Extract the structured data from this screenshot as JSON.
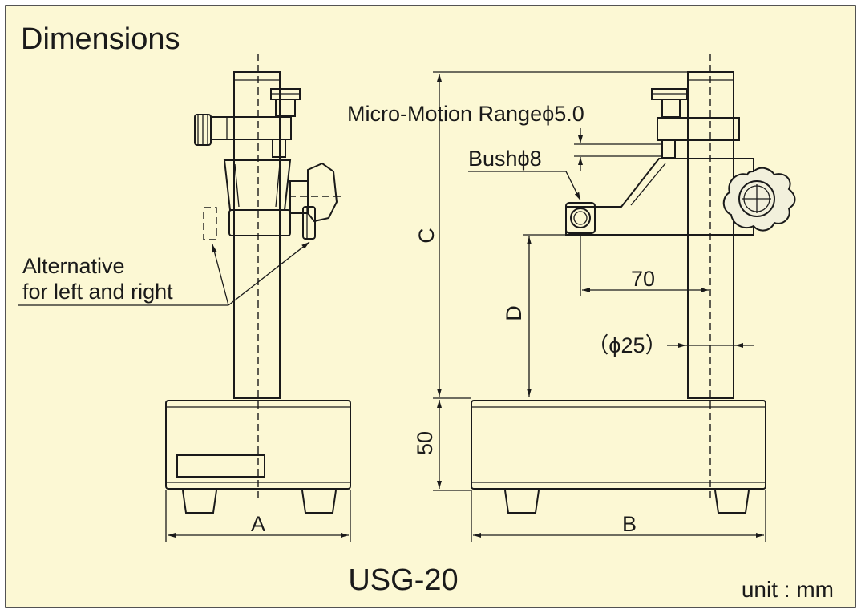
{
  "page": {
    "title": "Dimensions",
    "model": "USG-20",
    "unit_note": "unit : mm",
    "background": "#fcf8d4",
    "border_color": "#1a1a1a"
  },
  "labels": {
    "alternative_line1": "Alternative",
    "alternative_line2": "for left and right",
    "micro_motion": "Micro-Motion Rangeϕ5.0",
    "bush": "Bushϕ8",
    "dim_a": "A",
    "dim_b": "B",
    "dim_c": "C",
    "dim_d": "D",
    "dim_70": "70",
    "dim_50": "50",
    "dim_25": "（ϕ25）"
  }
}
